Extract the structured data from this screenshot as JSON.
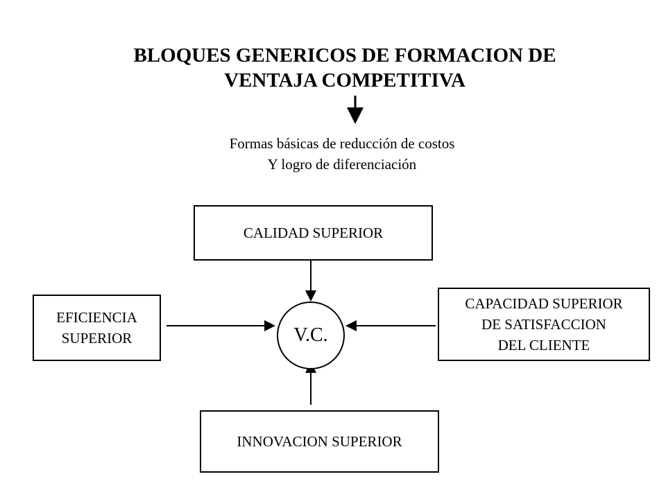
{
  "title": {
    "line1": "BLOQUES GENERICOS DE FORMACION DE",
    "line2": "VENTAJA COMPETITIVA"
  },
  "subtitle": {
    "line1": "Formas básicas de reducción de costos",
    "line2": "Y logro de diferenciación"
  },
  "center": {
    "label": "V.C."
  },
  "blocks": {
    "top": {
      "label": "CALIDAD SUPERIOR"
    },
    "left": {
      "line1": "EFICIENCIA",
      "line2": "SUPERIOR"
    },
    "right": {
      "line1": "CAPACIDAD SUPERIOR",
      "line2": "DE SATISFACCION",
      "line3": "DEL CLIENTE"
    },
    "bottom": {
      "label": "INNOVACION SUPERIOR"
    }
  }
}
